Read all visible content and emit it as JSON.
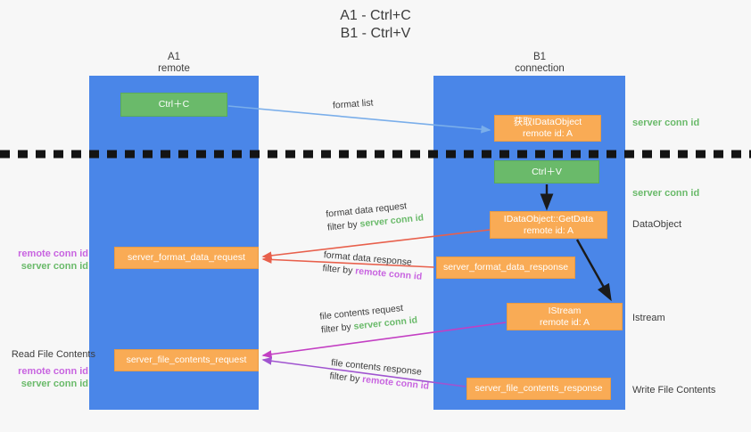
{
  "title": {
    "line1": "A1 - Ctrl+C",
    "line2": "B1 - Ctrl+V"
  },
  "lanes": [
    {
      "id": "a1",
      "name": "A1",
      "role": "remote",
      "color": "#4a86e8"
    },
    {
      "id": "b1",
      "name": "B1",
      "role": "connection",
      "color": "#4a86e8"
    }
  ],
  "boxes": {
    "ctrl_c": "Ctrl＋C",
    "ctrl_v": "Ctrl＋V",
    "get_dataobject_l1": "获取IDataObject",
    "get_dataobject_l2": "remote id: A",
    "getdata_l1": "IDataObject::GetData",
    "getdata_l2": "remote id: A",
    "istream_l1": "IStream",
    "istream_l2": "remote id: A",
    "server_format_data_request": "server_format_data_request",
    "server_format_data_response": "server_format_data_response",
    "server_file_contents_request": "server_file_contents_request",
    "server_file_contents_response": "server_file_contents_response"
  },
  "flows": {
    "format_list": "format list",
    "format_data_request": "format data request",
    "format_data_request_filter_prefix": "filter by ",
    "format_data_request_filter_conn": "server conn id",
    "format_data_response": "format data response",
    "format_data_response_filter_prefix": "filter by ",
    "format_data_response_filter_conn": "remote conn id",
    "file_contents_request": "file contents request",
    "file_contents_request_filter_prefix": "filter by ",
    "file_contents_request_filter_conn": "server conn id",
    "file_contents_response": "file contents response",
    "file_contents_response_filter_prefix": "filter by ",
    "file_contents_response_filter_conn": "remote conn id"
  },
  "side_labels": {
    "server_conn_id_top": "server conn id",
    "server_conn_id_second": "server conn id",
    "dataobject": "DataObject",
    "istream": "Istream",
    "write_file_contents": "Write File Contents",
    "read_file_contents": "Read File Contents",
    "remote_conn_id": "remote conn id",
    "server_conn_id": "server conn id"
  },
  "colors": {
    "lane": "#4a86e8",
    "box_orange": "#f9ab55",
    "box_green": "#6aba6a",
    "arrow_blue": "#7aaeea",
    "arrow_red": "#e8604c",
    "arrow_magenta": "#c33fc3",
    "arrow_purple": "#a054d0",
    "arrow_dark": "#1a1a1a",
    "conn_remote": "#c864e0",
    "conn_server": "#6aba6a",
    "background": "#f7f7f7"
  }
}
